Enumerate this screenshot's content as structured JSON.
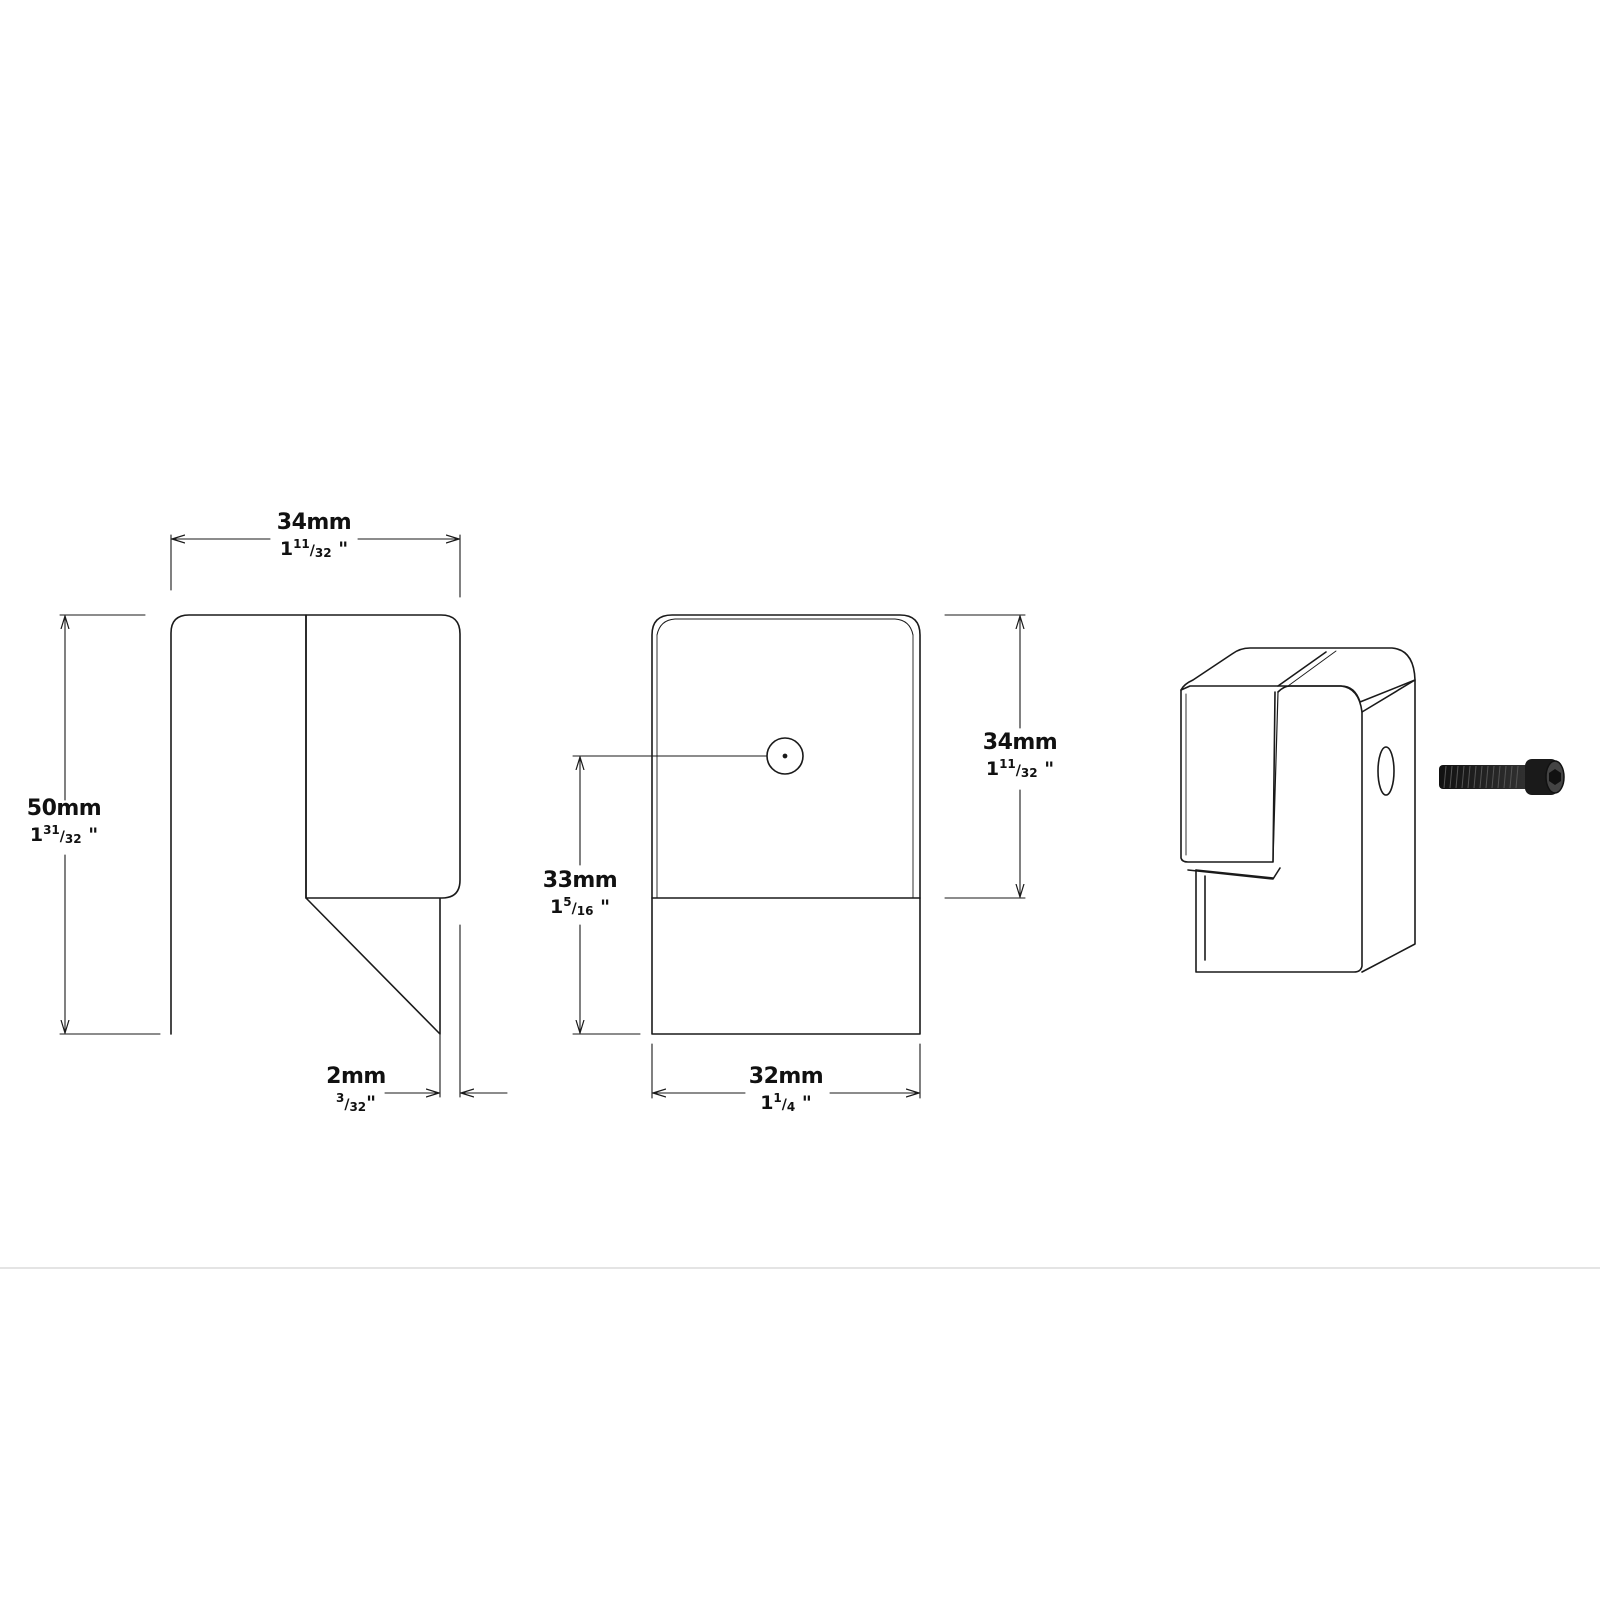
{
  "colors": {
    "line": "#1a1a1a",
    "background": "#ffffff",
    "separator": "#d8d8d8"
  },
  "dimensions": {
    "side_width": {
      "mm": "34mm",
      "whole": "1",
      "num": "11",
      "den": "32",
      "mark": "\""
    },
    "side_height": {
      "mm": "50mm",
      "whole": "1",
      "num": "31",
      "den": "32",
      "mark": "\""
    },
    "gap": {
      "mm": "2mm",
      "whole": "",
      "num": "3",
      "den": "32",
      "mark": "\""
    },
    "front_width": {
      "mm": "32mm",
      "whole": "1",
      "num": "1",
      "den": "4",
      "mark": "\""
    },
    "hole_height": {
      "mm": "33mm",
      "whole": "1",
      "num": "5",
      "den": "16",
      "mark": "\""
    },
    "upper_height": {
      "mm": "34mm",
      "whole": "1",
      "num": "11",
      "den": "32",
      "mark": "\""
    }
  },
  "icons": {
    "screw": "socket-head-screw-icon"
  }
}
